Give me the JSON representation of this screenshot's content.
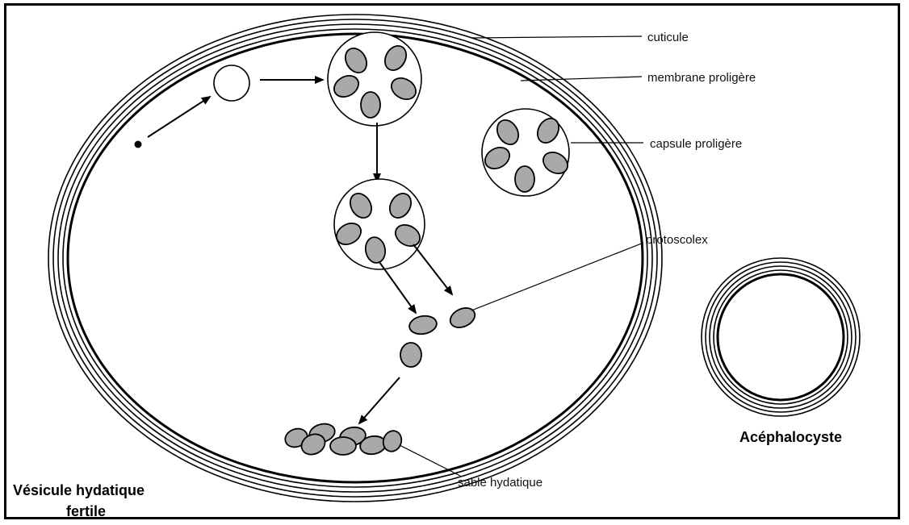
{
  "labels": {
    "cuticule": "cuticule",
    "membrane": "membrane proligère",
    "capsule": "capsule proligère",
    "protoscolex": "protoscolex",
    "sable": "sable hydatique"
  },
  "titles": {
    "vesicule_line1": "Vésicule hydatique",
    "vesicule_line2": "fertile",
    "acephalocyste": "Acéphalocyste"
  },
  "colors": {
    "ink": "#000000",
    "scolex_fill": "#a9a9a9",
    "background": "#ffffff"
  }
}
